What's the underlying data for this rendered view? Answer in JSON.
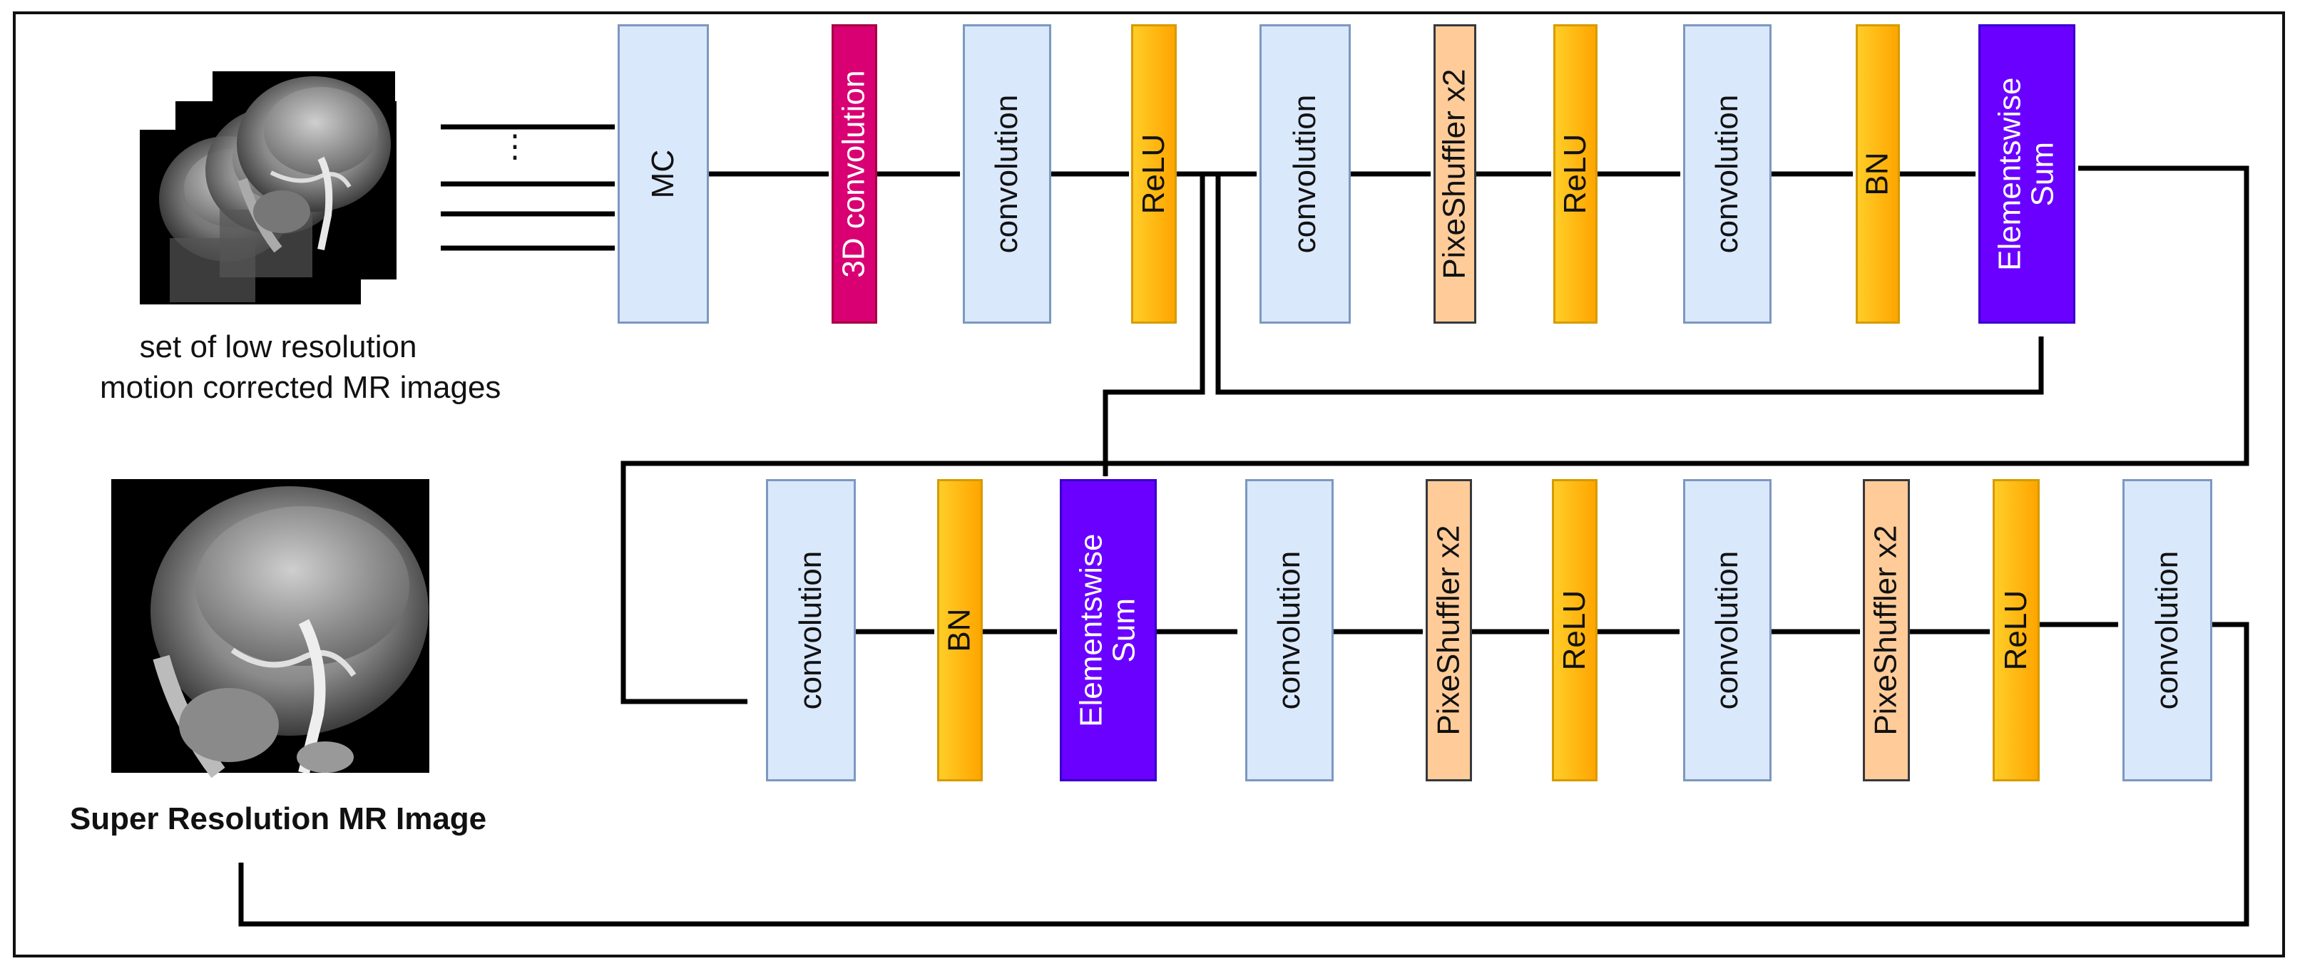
{
  "labels": {
    "mc": "MC",
    "conv3d": "3D convolution",
    "conv": "convolution",
    "relu": "ReLU",
    "pixel_shuffler": "PixeShuffler x2",
    "bn": "BN",
    "elementwise_sum": "Elementswise\nSum",
    "ellipsis": "⋮"
  },
  "input_caption": {
    "line1": "set of low resolution",
    "line2": "motion corrected MR images"
  },
  "output_caption": "Super Resolution MR Image",
  "colors": {
    "conv_fill": "#dae8fc",
    "conv3d_fill": "#d80073",
    "relu_bn_fill": "#ffb000",
    "pixel_shuffler_fill": "#ffcc99",
    "sum_fill": "#6a00ff"
  }
}
